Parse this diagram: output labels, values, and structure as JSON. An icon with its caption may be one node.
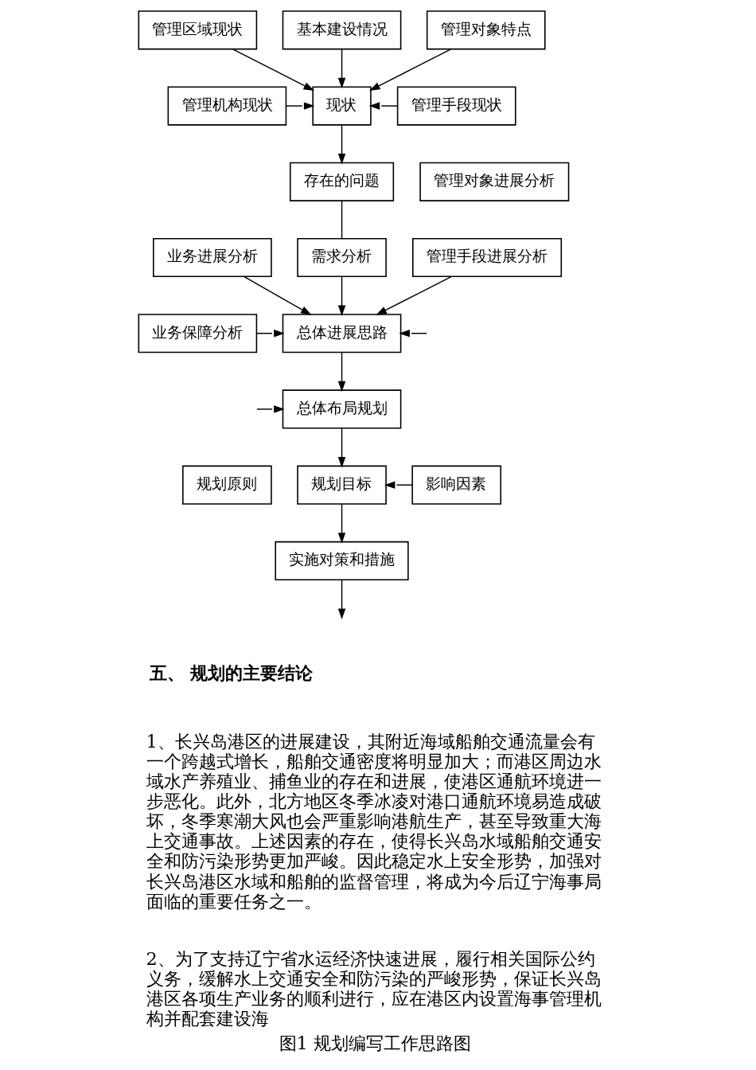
{
  "diagram": {
    "caption": "图1 规划编写工作思路图",
    "nodes": [
      {
        "text": [
          "管理区域现状"
        ]
      },
      {
        "text": [
          "基本建设情况"
        ]
      },
      {
        "text": [
          "管理对象特点"
        ]
      },
      {
        "text": [
          "管理机构现状"
        ]
      },
      {
        "text": [
          "现状"
        ]
      },
      {
        "text": [
          "管理手段现状"
        ]
      },
      {
        "text": [
          "存在的问题"
        ]
      },
      {
        "text": [
          "管理对象进展分析"
        ]
      },
      {
        "text": [
          "业务进展分析"
        ]
      },
      {
        "text": [
          "需求分析"
        ]
      },
      {
        "text": [
          "管理手段进展分析"
        ]
      },
      {
        "text": [
          "业务保障分析"
        ]
      },
      {
        "text": [
          "总体进展思路"
        ]
      },
      {
        "text": [
          "总体布局规划"
        ]
      },
      {
        "text": [
          "规划原则"
        ]
      },
      {
        "text": [
          "规划目标"
        ]
      },
      {
        "text": [
          "影响因素"
        ]
      },
      {
        "text": [
          "实施对策和措施"
        ]
      }
    ],
    "edges": [
      {
        "from": 0,
        "to": 4,
        "arrow": "to"
      },
      {
        "from": 1,
        "to": 4,
        "arrow": "to"
      },
      {
        "from": 2,
        "to": 4,
        "arrow": "to"
      },
      {
        "from": 3,
        "to": 4,
        "arrow": "to"
      },
      {
        "from": 5,
        "to": 4,
        "arrow": "to"
      },
      {
        "from": 4,
        "to": 6,
        "arrow": "to"
      },
      {
        "from": 8,
        "to": 12,
        "arrow": "to"
      },
      {
        "from": 6,
        "to": 9,
        "arrow": "none"
      },
      {
        "from": 9,
        "to": 12,
        "arrow": "to"
      },
      {
        "from": 10,
        "to": 12,
        "arrow": "to"
      },
      {
        "from": 11,
        "to": 12,
        "arrow": "to"
      },
      {
        "from": null,
        "to": 12,
        "arrow": "to"
      },
      {
        "from": 12,
        "to": 13,
        "arrow": "to"
      },
      {
        "from": null,
        "to": 13,
        "arrow": "to"
      },
      {
        "from": 13,
        "to": 15,
        "arrow": "to"
      },
      {
        "from": 16,
        "to": 15,
        "arrow": "to"
      },
      {
        "from": 15,
        "to": 17,
        "arrow": "to"
      },
      {
        "from": 17,
        "to": null,
        "arrow": "to"
      }
    ],
    "labels": [
      "五、 规划的主要结论",
      "1、长兴岛港区的进展建设，其附近海域船舶交通流量会有一个跨越式增长，船舶交通密度将明显加大；而港区周边水域水产养殖业、捕鱼业的存在和进展，使港区通航环境进一步恶化。此外，北方地区冬季冰凌对港口通航环境易造成破坏，冬季寒潮大风也会严重影响港航生产，甚至导致重大海上交通事故。上述因素的存在，使得长兴岛水域船舶交通安全和防污染形势更加严峻。因此稳定水上安全形势，加强对长兴岛港区水域和船舶的监督管理，将成为今后辽宁海事局面临的重要任务之一。",
      "2、为了支持辽宁省水运经济快速进展，履行相关国际公约义务，缓解水上交通安全和防污染的严峻形势，保证长兴岛港区各项生产业务的顺利进行，应在港区内设置海事管理机构并配套建设海"
    ]
  }
}
